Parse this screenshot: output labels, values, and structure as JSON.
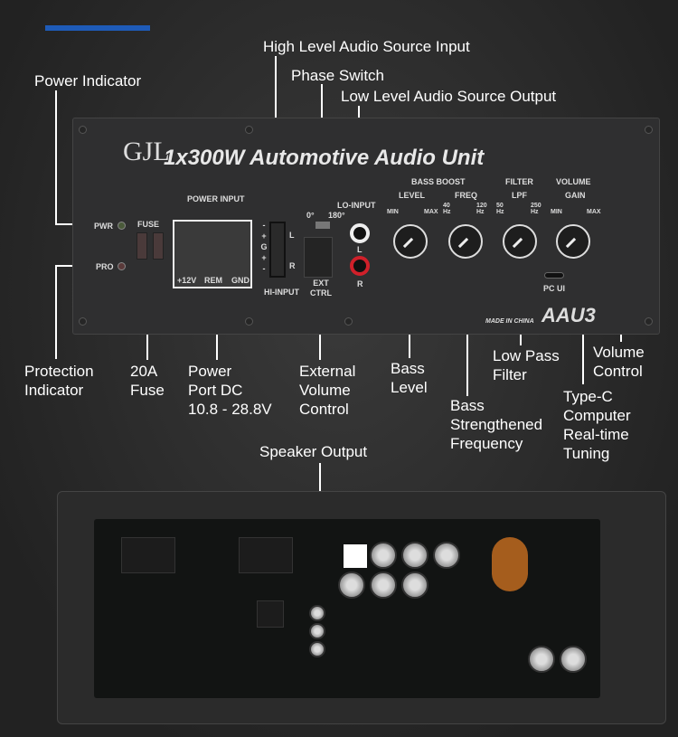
{
  "panel": {
    "brand_logo": "GJL",
    "title": "1x300W Automotive Audio Unit",
    "model": "AAU3",
    "made_in": "MADE IN CHINA",
    "pwr": "PWR",
    "pro": "PRO",
    "fuse": "FUSE",
    "power_input": "POWER INPUT",
    "terminals": [
      "+12V",
      "REM",
      "GND"
    ],
    "hi_input": "HI-INPUT",
    "hi_pins": [
      "-",
      "+",
      "G",
      "+",
      "-"
    ],
    "hi_l": "L",
    "hi_r": "R",
    "phase_0": "0°",
    "phase_180": "180°",
    "ext_ctrl": [
      "EXT",
      "CTRL"
    ],
    "lo_input": "LO-INPUT",
    "lo_l": "L",
    "lo_r": "R",
    "bass_boost": "BASS BOOST",
    "filter": "FILTER",
    "volume": "VOLUME",
    "level": "LEVEL",
    "freq": "FREQ",
    "lpf": "LPF",
    "gain": "GAIN",
    "level_min": "MIN",
    "level_max": "MAX",
    "freq_min": "40 Hz",
    "freq_max": "120 Hz",
    "lpf_min": "50 Hz",
    "lpf_max": "250 Hz",
    "gain_min": "MIN",
    "gain_max": "MAX",
    "pc_ui": "PC UI"
  },
  "callouts": {
    "high_level_input": "High Level Audio Source Input",
    "phase_switch": "Phase Switch",
    "low_level_output": "Low Level Audio Source Output",
    "power_indicator": "Power Indicator",
    "protection_indicator": [
      "Protection",
      "Indicator"
    ],
    "fuse": [
      "20A",
      "Fuse"
    ],
    "power_port": [
      "Power",
      "Port DC",
      "10.8 - 28.8V"
    ],
    "external_volume": [
      "External",
      "Volume",
      "Control"
    ],
    "bass_level": [
      "Bass",
      "Level"
    ],
    "bass_freq": [
      "Bass",
      "Strengthened",
      "Frequency"
    ],
    "low_pass": [
      "Low Pass",
      "Filter"
    ],
    "volume_control": [
      "Volume",
      "Control"
    ],
    "type_c": [
      "Type-C",
      "Computer",
      "Real-time",
      "Tuning"
    ],
    "speaker_output": "Speaker Output"
  },
  "colors": {
    "accent": "#1e5bb8",
    "rca_red": "#d0202a"
  }
}
